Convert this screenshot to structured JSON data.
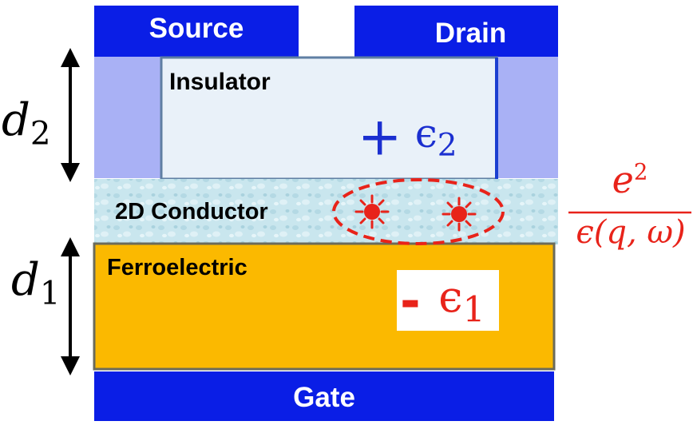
{
  "labels": {
    "source": "Source",
    "drain": "Drain",
    "insulator": "Insulator",
    "conductor": "2D Conductor",
    "ferroelectric": "Ferroelectric",
    "gate": "Gate"
  },
  "math": {
    "d2_var": "d",
    "d2_sub": "2",
    "d1_var": "d",
    "d1_sub": "1",
    "eps2_sign": "+",
    "eps2_var": "ϵ",
    "eps2_sub": "2",
    "eps1_sign": "-",
    "eps1_var": "ϵ",
    "eps1_sub": "1",
    "fraction_numerator": "e",
    "fraction_numerator_sup": "2",
    "fraction_denominator": "ϵ(q, ω)"
  },
  "colors": {
    "electrode_blue": "#0a1ee6",
    "spacer_lavender": "#a9b1f5",
    "insulator_fill": "#e9f1f9",
    "insulator_border": "#5f7fa3",
    "conductor_fill": "#c9e6ee",
    "ferro_fill": "#fbb900",
    "ferro_border": "#6b6b5a",
    "accent_red": "#e8231a",
    "sign_blue": "#1b2fd0"
  },
  "icons": [
    "electron-star-icon",
    "electron-star-icon",
    "double-arrow-icon",
    "double-arrow-icon"
  ]
}
